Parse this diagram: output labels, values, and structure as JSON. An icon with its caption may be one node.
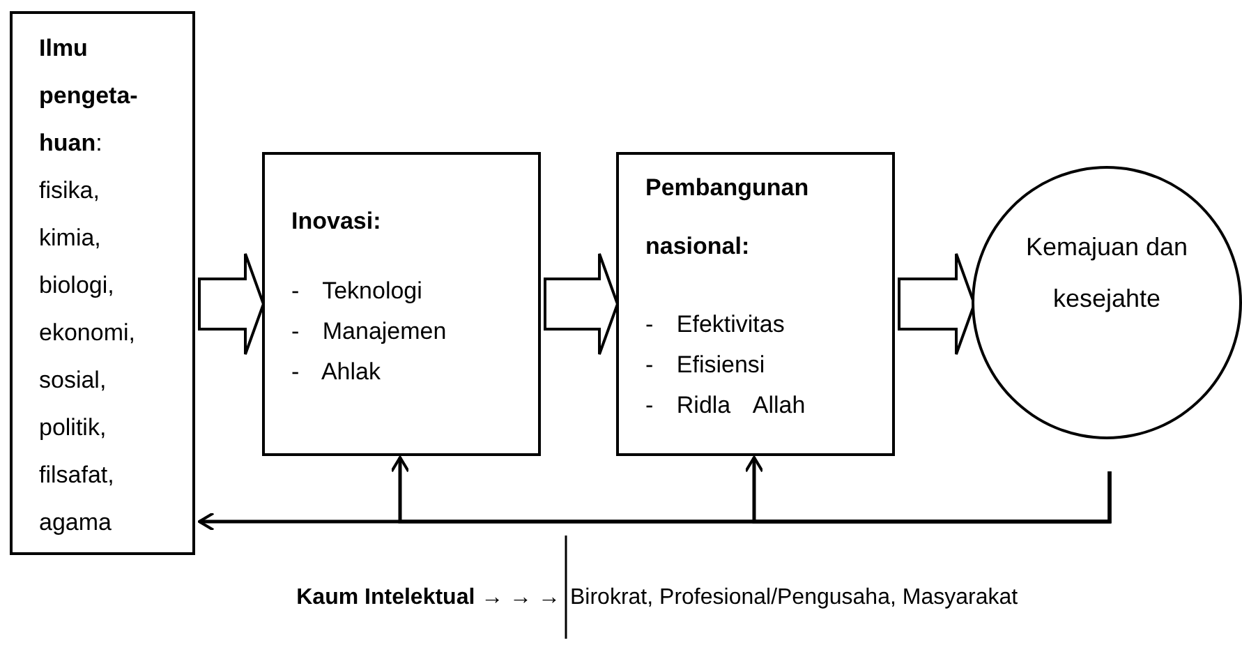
{
  "diagram": {
    "nodes": [
      {
        "text": [
          "**Ilmu pengeta-huan**: fisika, kimia, biologi, ekonomi, sosial, politik, filsafat, agama"
        ]
      },
      {
        "text": [
          "Inovasi:",
          "- Teknologi",
          "- Manajemen",
          "- Ahlak"
        ]
      },
      {
        "text": [
          "Pembangunan nasional:",
          "- Efektivitas",
          "- Efisiensi",
          "- Ridla Allah"
        ]
      },
      {
        "text": [
          "Kemajuan dan kesejahte"
        ]
      }
    ],
    "edges": [
      {
        "from": 0,
        "to": 1,
        "arrow": "to",
        "style": "thick"
      },
      {
        "from": 1,
        "to": 2,
        "arrow": "to",
        "style": "thick"
      },
      {
        "from": 2,
        "to": 3,
        "arrow": "to",
        "style": "thick"
      },
      {
        "from": 3,
        "to": 0,
        "arrow": "to"
      },
      {
        "from": 3,
        "to": 1,
        "arrow": "to"
      },
      {
        "from": 3,
        "to": 2,
        "arrow": "to"
      }
    ],
    "labels": [
      "**Kaum Intelektual** → → →",
      "Birokrat, Profesional/Pengusaha, Masyarakat"
    ]
  }
}
